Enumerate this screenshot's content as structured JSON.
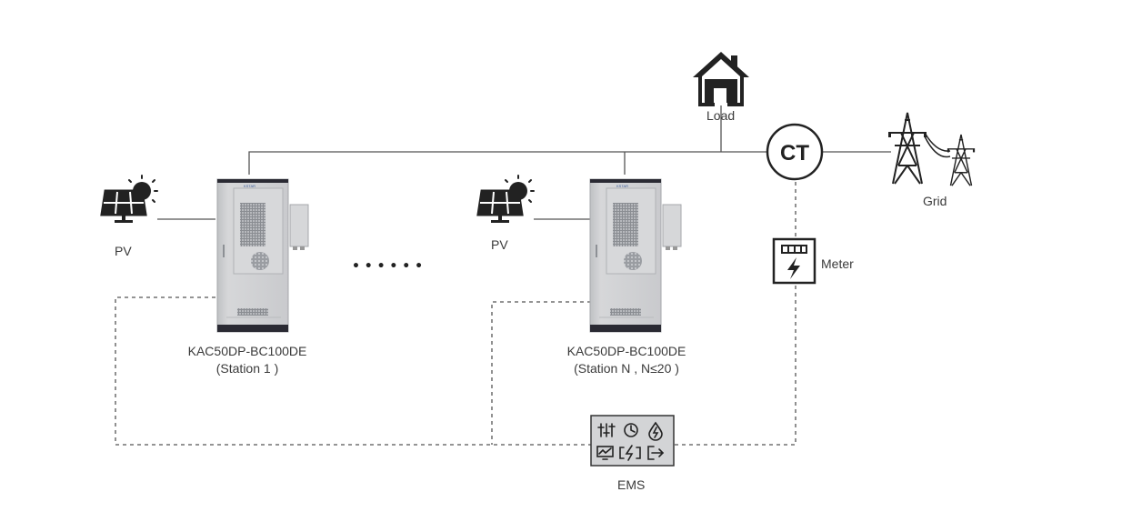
{
  "labels": {
    "load": "Load",
    "ct": "CT",
    "grid": "Grid",
    "meter": "Meter",
    "pv_left": "PV",
    "pv_right": "PV",
    "ems": "EMS",
    "ellipsis": "• • • • • •",
    "cabinet_brand": "KSTAR"
  },
  "stations": [
    {
      "model": "KAC50DP-BC100DE",
      "name": "(Station 1 )"
    },
    {
      "model": "KAC50DP-BC100DE",
      "name": "(Station N , N≤20 )"
    }
  ],
  "colors": {
    "line": "#555555",
    "icon": "#333333",
    "cabinet_body": "#cfd0d2",
    "cabinet_dark": "#2a2a33"
  }
}
